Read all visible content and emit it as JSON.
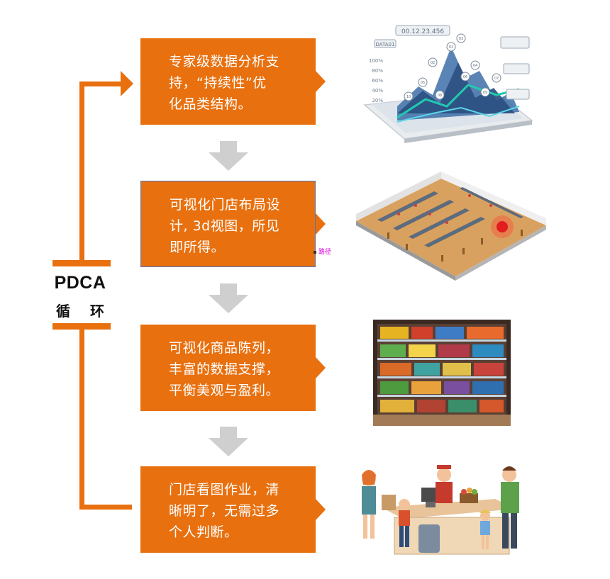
{
  "pdca": {
    "line1": "PDCA",
    "line2_a": "循",
    "line2_b": "环"
  },
  "steps": [
    {
      "lines": [
        "专家级数据分析支",
        "持，“持续性”优",
        "化品类结构。"
      ]
    },
    {
      "lines": [
        "可视化门店布局设",
        "计, 3d视图，所见",
        "即所得。"
      ]
    },
    {
      "lines": [
        "可视化商品陈列，",
        "丰富的数据支撑，",
        "平衡美观与盈利。"
      ]
    },
    {
      "lines": [
        "门店看图作业，清",
        "晰明了，无需过多",
        "个人判断。"
      ]
    }
  ],
  "path_tag": "路径",
  "dashboard": {
    "id_label": "00.12.23.456",
    "data_label": "DATA01",
    "y_ticks": [
      "100%",
      "80%",
      "60%",
      "40%",
      "20%"
    ],
    "pins": [
      "01",
      "02",
      "03",
      "04",
      "05",
      "06",
      "07",
      "08",
      "09",
      "10"
    ]
  },
  "colors": {
    "orange": "#E8700F",
    "arrow_grey": "#CFCFCF",
    "selection_blue": "#4F78C9",
    "tag_magenta": "#E000E0"
  },
  "icons": {
    "dashboard": "tablet-chart-illustration",
    "store": "store-floorplan-illustration",
    "shelf": "shelf-illustration",
    "checkout": "checkout-illustration"
  }
}
